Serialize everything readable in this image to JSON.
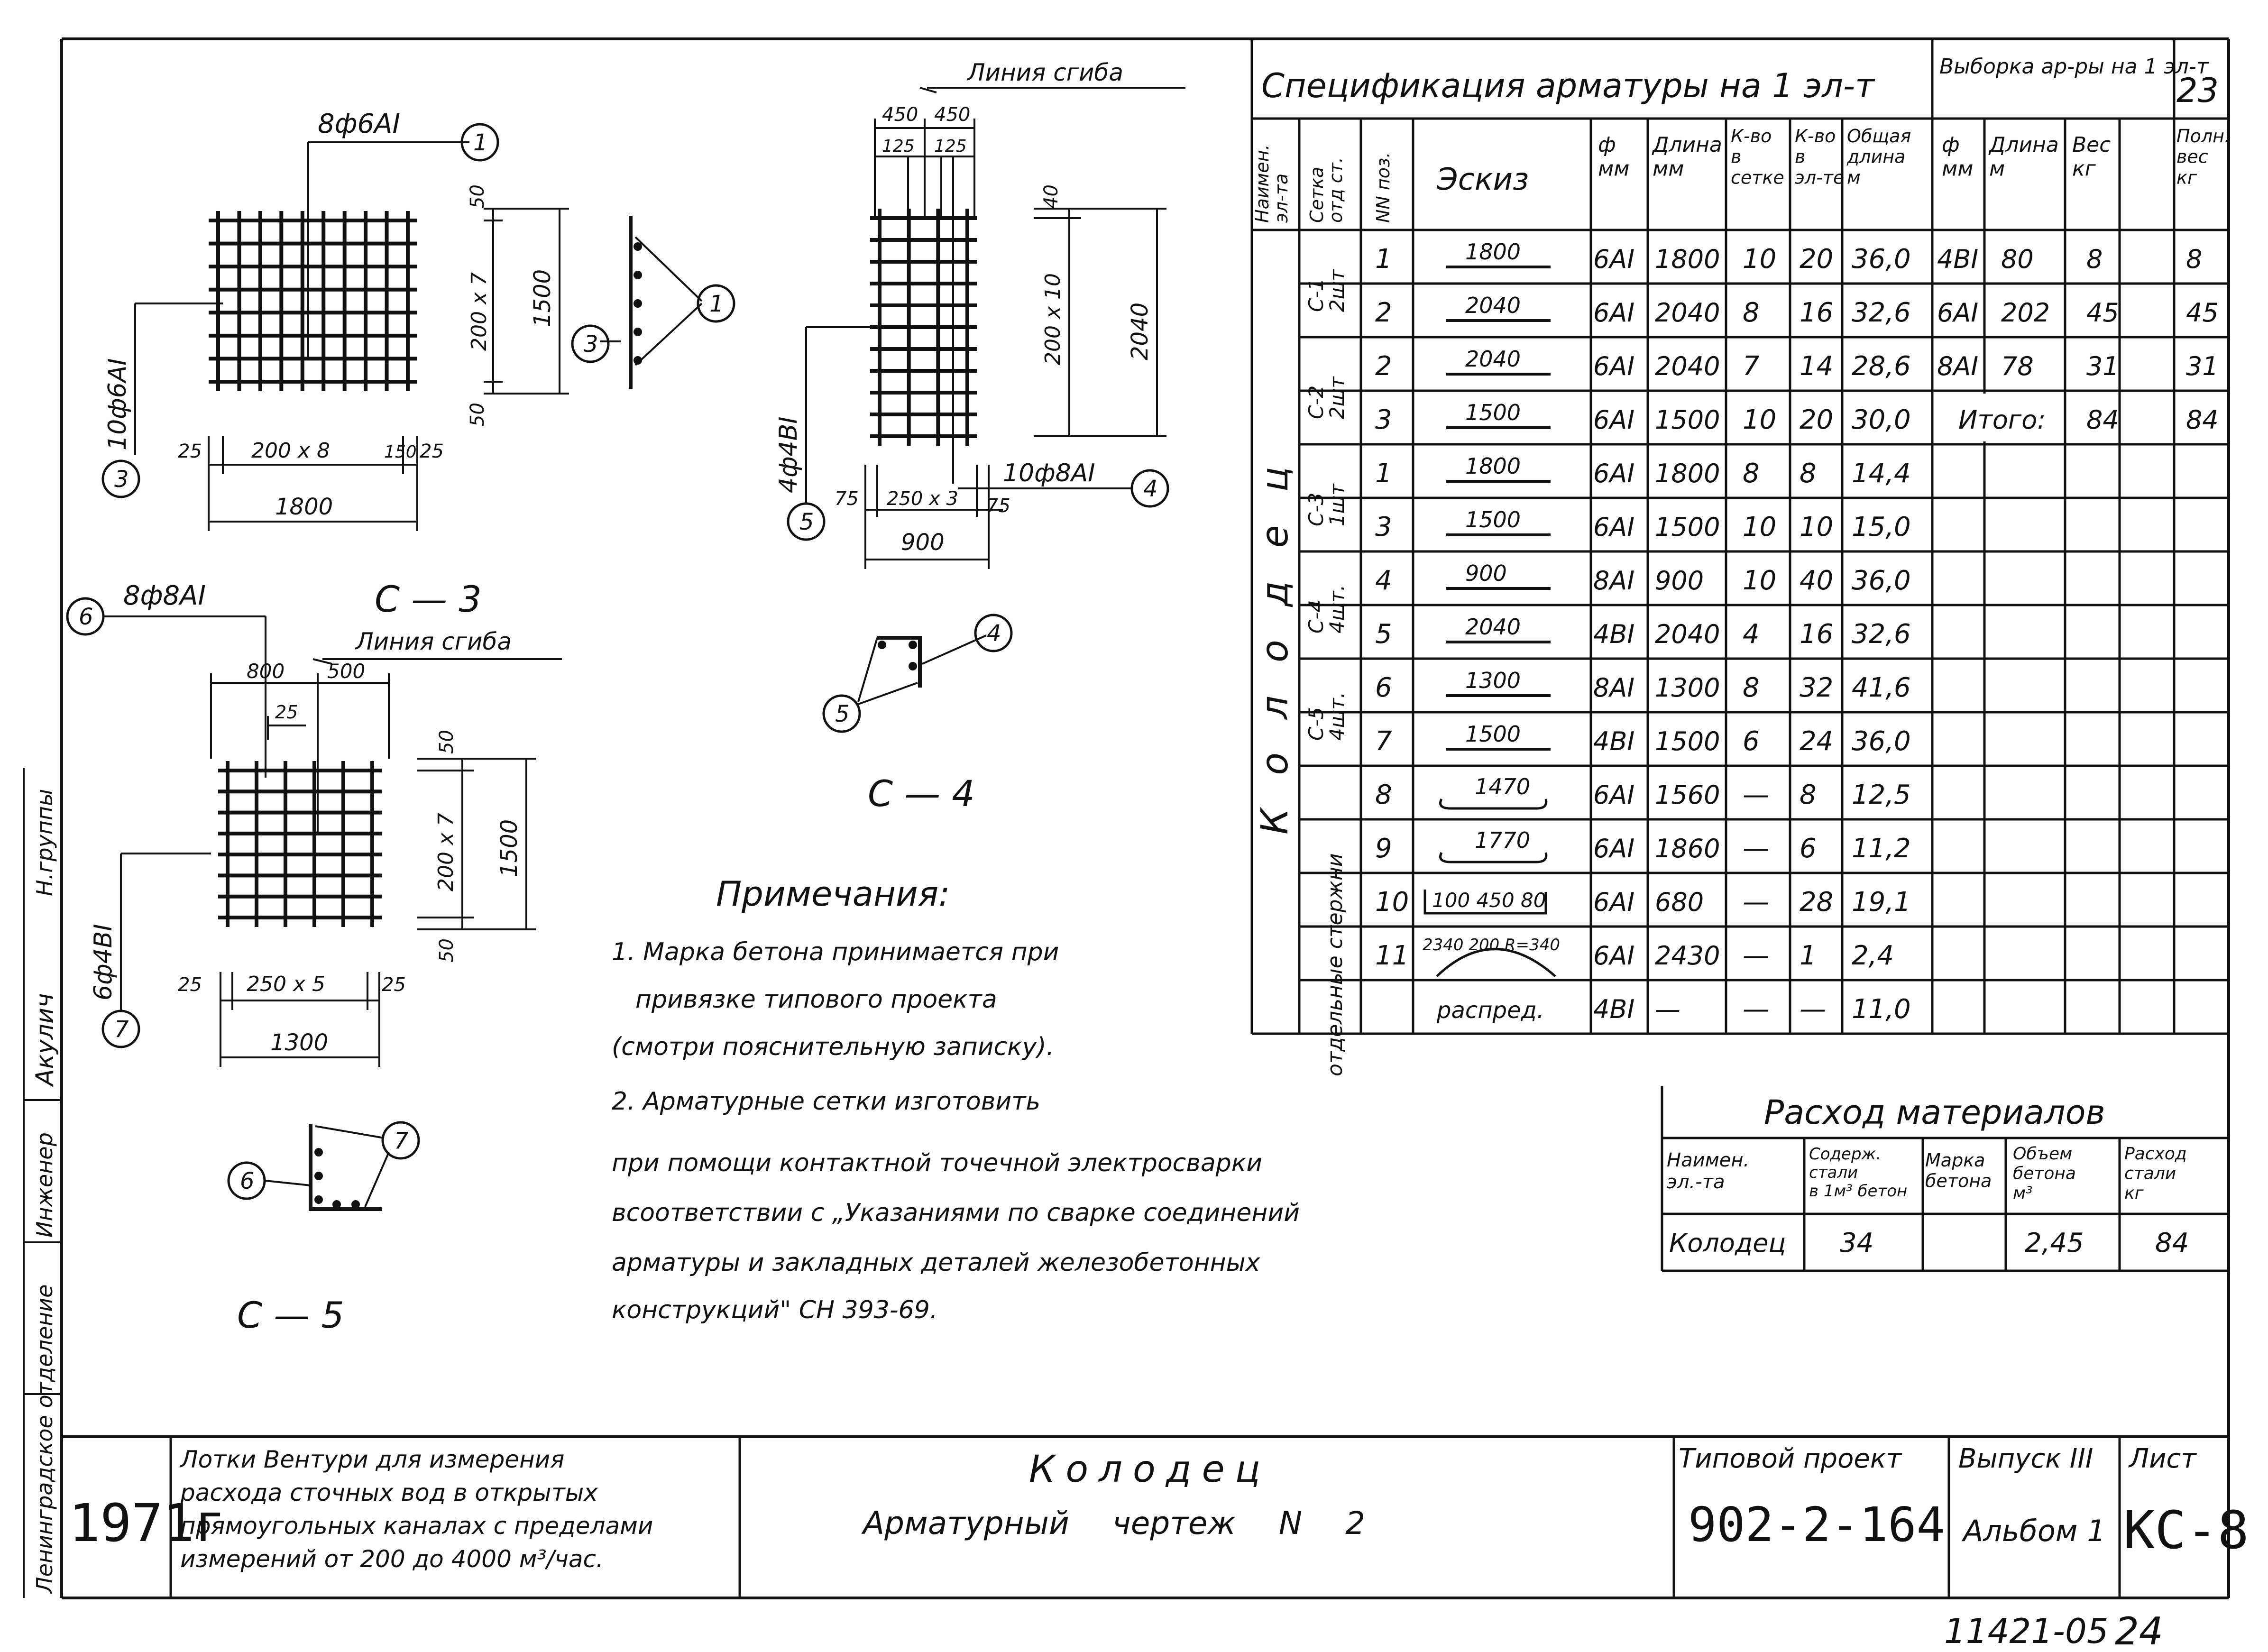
{
  "sheet_number": "23",
  "spec": {
    "title": "Спецификация арматуры на 1 эл-т",
    "headers": {
      "element": "Наимен. эл-та",
      "mesh": "Сетка отд ст.",
      "pos": "NN поз.",
      "sketch": "Эскиз",
      "dia": "ф мм",
      "length": "Длина мм",
      "qty_mesh": "К-во в сетке",
      "qty_el": "К-во в эл-те",
      "total": "Общая длина м"
    },
    "element_name": "Колодец",
    "separate_rods": "отдельные стержни",
    "groups": [
      {
        "label": "С-1 2шт",
        "start": 0,
        "count": 2
      },
      {
        "label": "С-2 2шт",
        "start": 2,
        "count": 2
      },
      {
        "label": "С-3 1шт",
        "start": 4,
        "count": 2
      },
      {
        "label": "С-4 4шт.",
        "start": 6,
        "count": 2
      },
      {
        "label": "С-5 4шт.",
        "start": 8,
        "count": 2
      }
    ],
    "rows": [
      {
        "pos": "1",
        "sketch": "1800",
        "dia": "6АI",
        "len": "1800",
        "qm": "10",
        "qe": "20",
        "total": "36,0"
      },
      {
        "pos": "2",
        "sketch": "2040",
        "dia": "6АI",
        "len": "2040",
        "qm": "8",
        "qe": "16",
        "total": "32,6"
      },
      {
        "pos": "2",
        "sketch": "2040",
        "dia": "6АI",
        "len": "2040",
        "qm": "7",
        "qe": "14",
        "total": "28,6"
      },
      {
        "pos": "3",
        "sketch": "1500",
        "dia": "6АI",
        "len": "1500",
        "qm": "10",
        "qe": "20",
        "total": "30,0"
      },
      {
        "pos": "1",
        "sketch": "1800",
        "dia": "6АI",
        "len": "1800",
        "qm": "8",
        "qe": "8",
        "total": "14,4"
      },
      {
        "pos": "3",
        "sketch": "1500",
        "dia": "6АI",
        "len": "1500",
        "qm": "10",
        "qe": "10",
        "total": "15,0"
      },
      {
        "pos": "4",
        "sketch": "900",
        "dia": "8АI",
        "len": "900",
        "qm": "10",
        "qe": "40",
        "total": "36,0"
      },
      {
        "pos": "5",
        "sketch": "2040",
        "dia": "4ВI",
        "len": "2040",
        "qm": "4",
        "qe": "16",
        "total": "32,6"
      },
      {
        "pos": "6",
        "sketch": "1300",
        "dia": "8АI",
        "len": "1300",
        "qm": "8",
        "qe": "32",
        "total": "41,6"
      },
      {
        "pos": "7",
        "sketch": "1500",
        "dia": "4ВI",
        "len": "1500",
        "qm": "6",
        "qe": "24",
        "total": "36,0"
      },
      {
        "pos": "8",
        "sketch": "1470",
        "dia": "6АI",
        "len": "1560",
        "qm": "—",
        "qe": "8",
        "total": "12,5"
      },
      {
        "pos": "9",
        "sketch": "1770",
        "dia": "6АI",
        "len": "1860",
        "qm": "—",
        "qe": "6",
        "total": "11,2"
      },
      {
        "pos": "10",
        "sketch": "100 450 80",
        "dia": "6АI",
        "len": "680",
        "qm": "—",
        "qe": "28",
        "total": "19,1"
      },
      {
        "pos": "11",
        "sketch": "2340 200 R=340",
        "dia": "6АI",
        "len": "2430",
        "qm": "—",
        "qe": "1",
        "total": "2,4"
      },
      {
        "pos": "",
        "sketch": "распред.",
        "dia": "4ВI",
        "len": "—",
        "qm": "—",
        "qe": "—",
        "total": "11,0"
      }
    ]
  },
  "sample": {
    "title": "Выборка ар-ры на 1 эл-т",
    "headers": {
      "dia": "ф мм",
      "length": "Длина м",
      "weight": "Вес кг",
      "full": "Полн. вес кг"
    },
    "rows": [
      {
        "dia": "4ВI",
        "len": "80",
        "w": "8",
        "full": "8"
      },
      {
        "dia": "6АI",
        "len": "202",
        "w": "45",
        "full": "45"
      },
      {
        "dia": "8АI",
        "len": "78",
        "w": "31",
        "full": "31"
      }
    ],
    "total_label": "Итого:",
    "total_w": "84",
    "total_full": "84"
  },
  "materials": {
    "title": "Расход материалов",
    "headers": {
      "name": "Наимен. эл.-та",
      "content": "Содерж. стали в 1м³ бетон",
      "grade": "Марка бетона",
      "volume": "Объем бетона м³",
      "steel": "Расход стали кг"
    },
    "row": {
      "name": "Колодец",
      "content": "34",
      "grade": "",
      "volume": "2,45",
      "steel": "84"
    }
  },
  "notes": {
    "title": "Примечания:",
    "lines": [
      "1. Марка бетона принимается при",
      "привязке типового проекта",
      "(смотри пояснительную записку).",
      "2. Арматурные сетки изготовить",
      "при помощи контактной точечной электросварки",
      "всоответствии с „Указаниями по сварке соединений",
      "арматуры и закладных деталей железобетонных",
      "конструкций\" СН 393-69."
    ]
  },
  "drawings": {
    "c3": {
      "name": "С — 3",
      "top_callout": "8ф6АI",
      "top_num": "1",
      "left_callout": "10ф6АI",
      "left_num": "3",
      "dims_h": [
        "25",
        "200 x 8",
        "150",
        "25",
        "1800"
      ],
      "dims_v": [
        "50",
        "200 x 7",
        "50",
        "1500"
      ],
      "side_nums": [
        "3",
        "1"
      ]
    },
    "c4": {
      "name": "С — 4",
      "bend_line": "Линия сгиба",
      "top_dims": [
        "450",
        "450",
        "125",
        "125"
      ],
      "left_callout": "4ф4ВI",
      "left_num": "5",
      "right_callout": "10ф8АI",
      "right_num": "4",
      "dims_h": [
        "75",
        "250 x 3",
        "75",
        "900"
      ],
      "dims_v": [
        "40",
        "200 x 10",
        "2040"
      ],
      "side_nums": [
        "4",
        "5"
      ]
    },
    "c5": {
      "name": "С — 5",
      "bend_line": "Линия сгиба",
      "top_callout": "8ф8АI",
      "top_num": "6",
      "left_callout": "6ф4ВI",
      "left_num": "7",
      "top_dims": [
        "800",
        "500",
        "25"
      ],
      "dims_h": [
        "25",
        "250 x 5",
        "25",
        "1300"
      ],
      "dims_v": [
        "50",
        "200 x 7",
        "50",
        "1500"
      ],
      "side_nums": [
        "6",
        "7"
      ]
    }
  },
  "stamp": {
    "year": "1971г",
    "description": [
      "Лотки Вентури для измерения",
      "расхода сточных вод в открытых",
      "прямоугольных каналах с пределами",
      "измерений от 200 до 4000 м³/час."
    ],
    "title": "Колодец",
    "subtitle": "Арматурный чертеж N 2",
    "project_label": "Типовой проект",
    "project_number": "902-2-164",
    "issue_label": "Выпуск III",
    "album": "Альбом 1",
    "sheet_label": "Лист",
    "sheet_code": "КС-8"
  },
  "side_margin": {
    "dept": "Ленинградское отделение",
    "role_engineer": "Инженер",
    "role_chief": "Н.группы",
    "signature": "Акулич"
  },
  "bottom_code": "11421-05",
  "bottom_page": "24"
}
